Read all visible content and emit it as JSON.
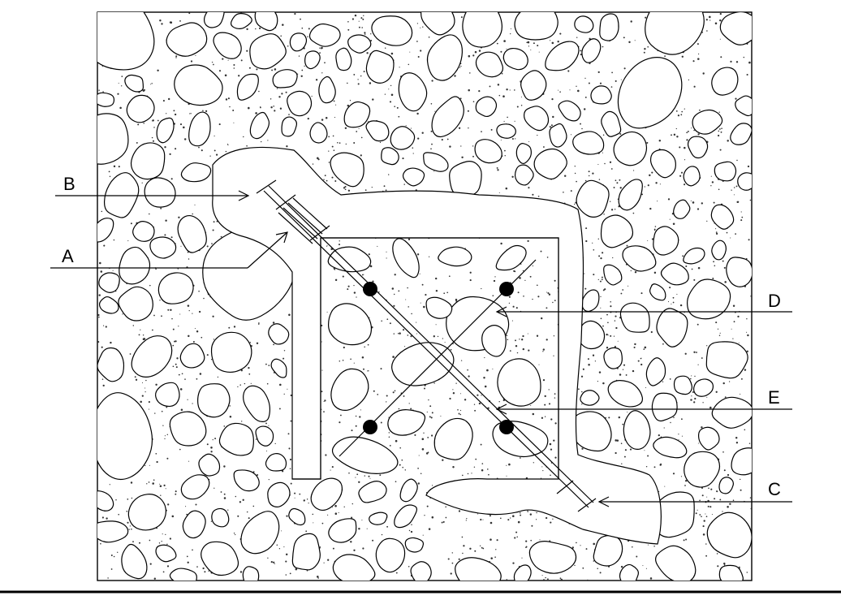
{
  "diagram": {
    "labels": {
      "a": "A",
      "b": "B",
      "c": "C",
      "d": "D",
      "e": "E"
    },
    "colors": {
      "stroke": "#000000",
      "background": "#ffffff",
      "speckle": "#333333"
    }
  }
}
